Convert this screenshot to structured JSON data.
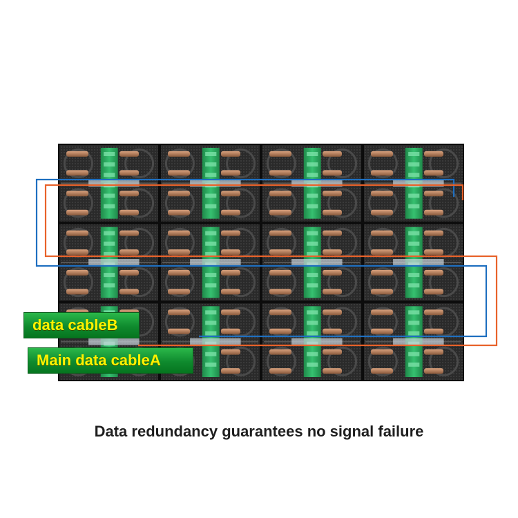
{
  "grid": {
    "rows": 3,
    "columns": 4
  },
  "labels": {
    "cable_b": "data cableB",
    "cable_a": "Main data cableA"
  },
  "caption": "Data redundancy guarantees no signal failure",
  "colors": {
    "cable_a": "#1e6fc0",
    "cable_b": "#e8622a",
    "label_text": "#fff200",
    "label_bg": "#118c30",
    "caption": "#1e1e1e"
  }
}
